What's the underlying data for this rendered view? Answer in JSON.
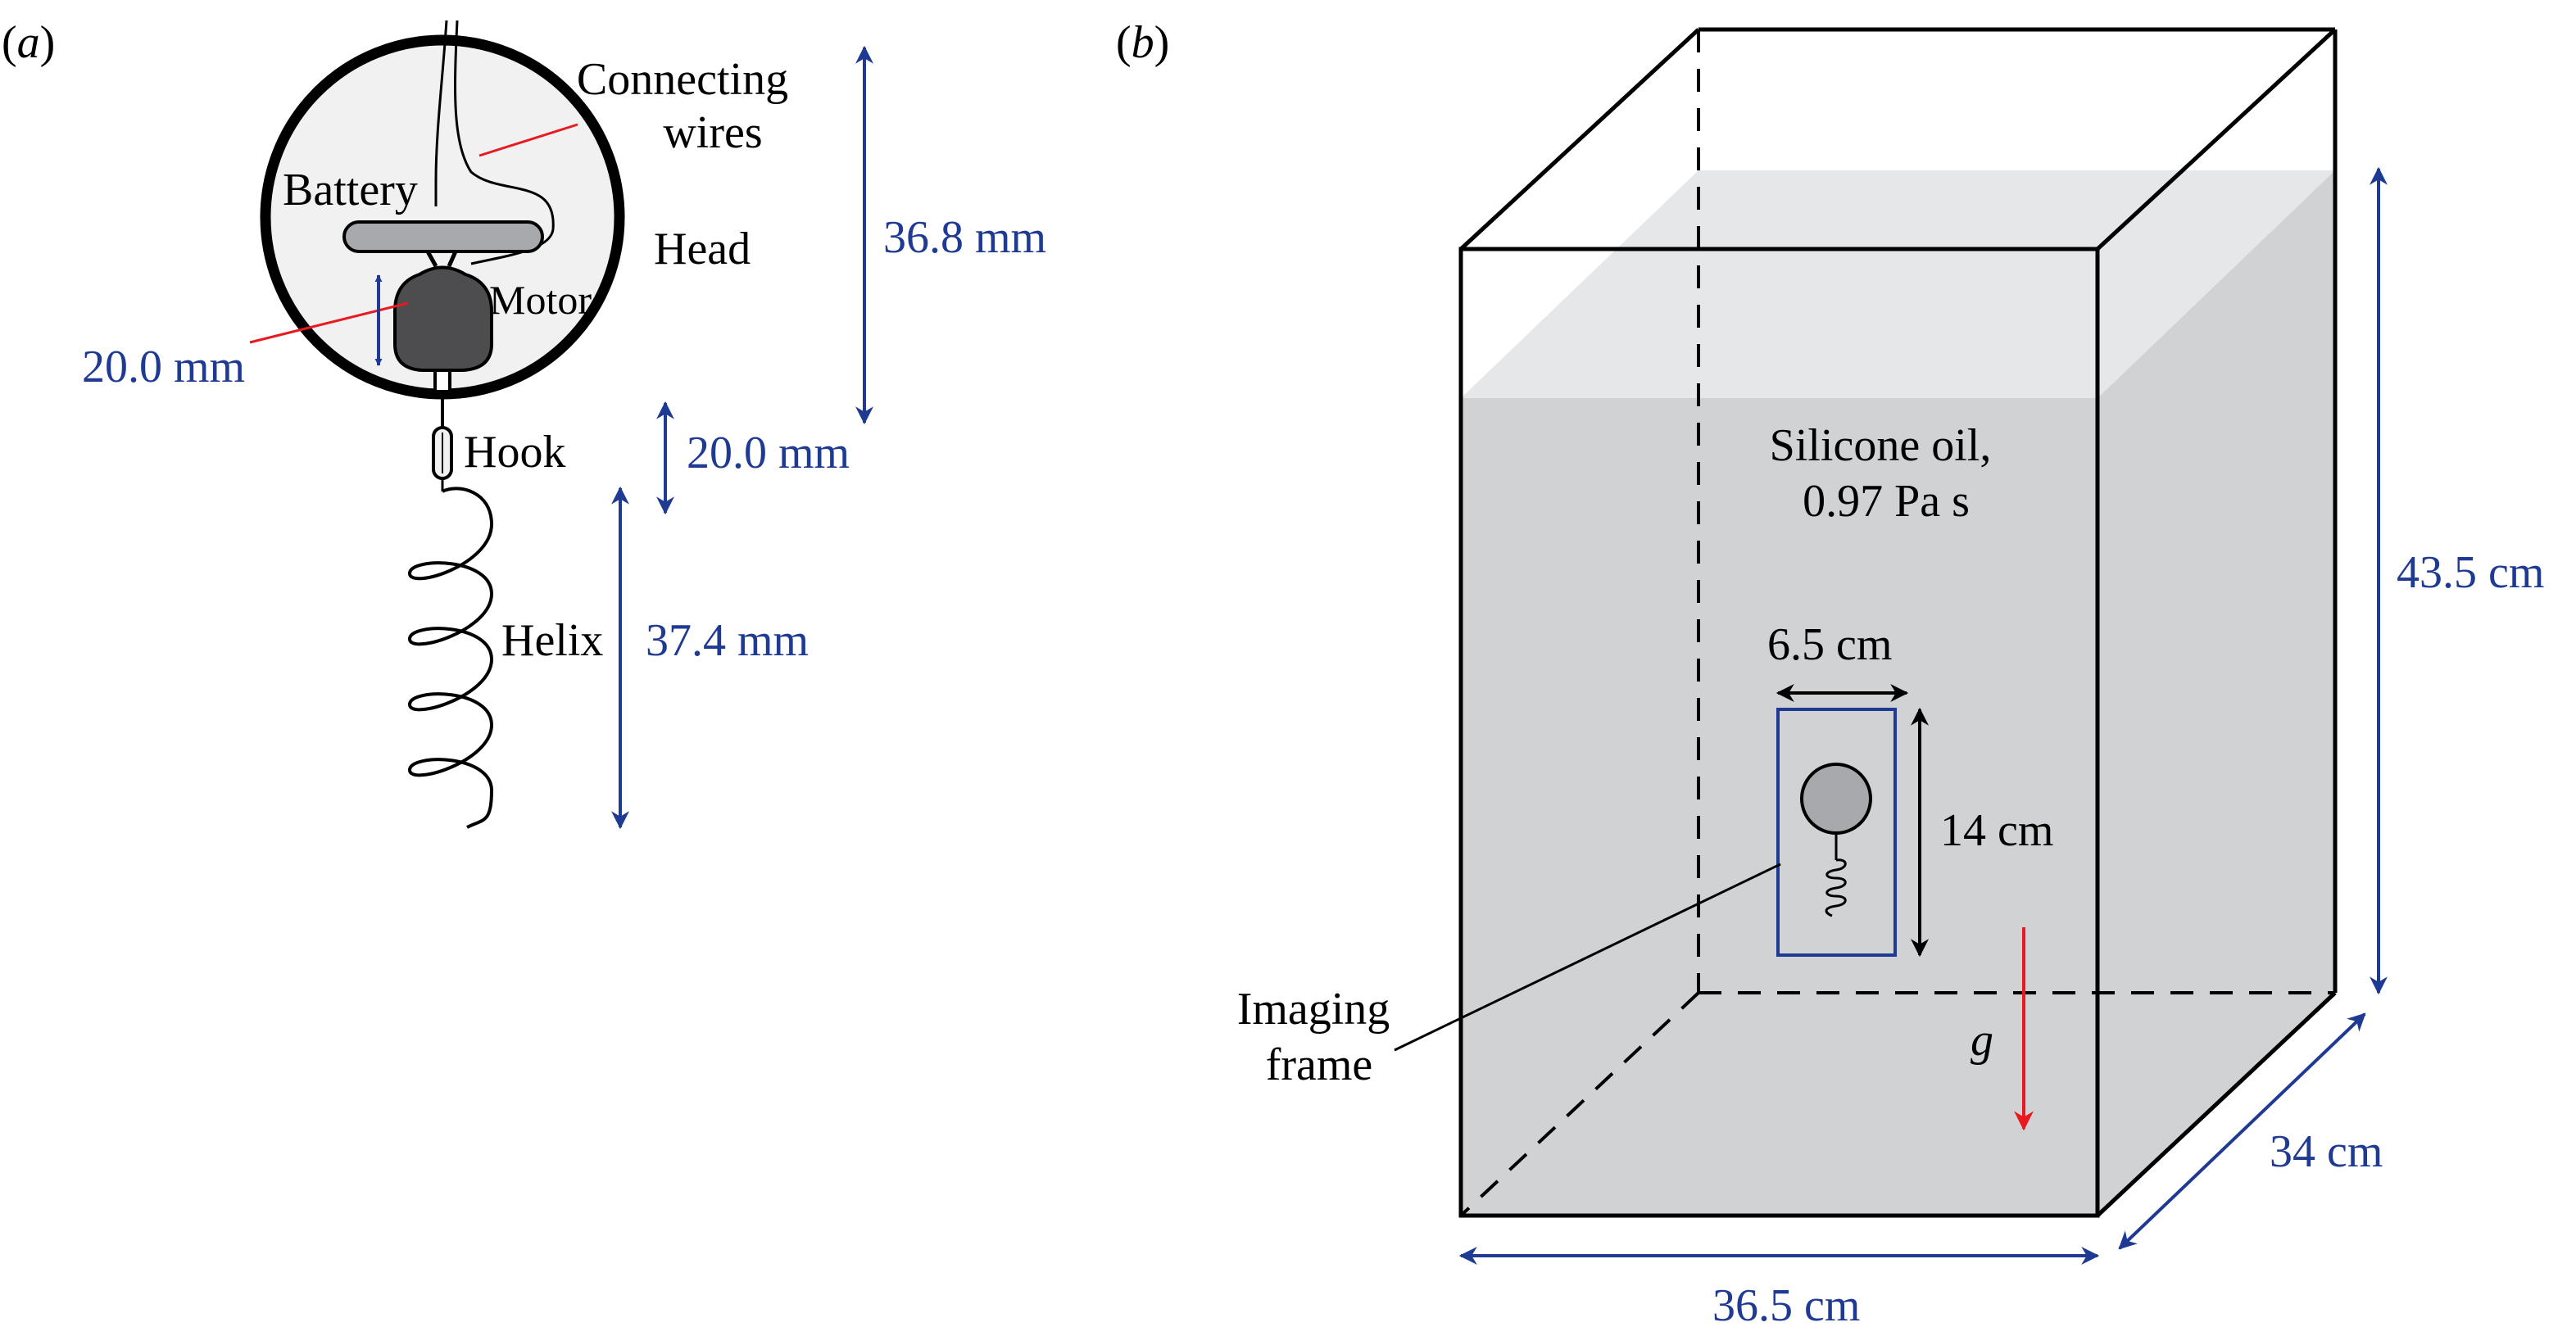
{
  "panel_a": {
    "label_open": "(",
    "label_letter": "a",
    "label_close": ")",
    "connecting_wires": [
      "Connecting",
      "wires"
    ],
    "battery": "Battery",
    "head": "Head",
    "motor": "Motor",
    "hook": "Hook",
    "helix": "Helix",
    "dim_head": "36.8 mm",
    "dim_motor": "20.0 mm",
    "dim_hook": "20.0 mm",
    "dim_helix": "37.4 mm"
  },
  "panel_b": {
    "label_open": "(",
    "label_letter": "b",
    "label_close": ")",
    "fluid": [
      "Silicone oil,",
      "0.97 Pa s"
    ],
    "frame_width": "6.5 cm",
    "frame_height": "14 cm",
    "imaging_frame": [
      "Imaging",
      "frame"
    ],
    "gravity": "g",
    "tank_height": "43.5 cm",
    "tank_depth": "34 cm",
    "tank_width": "36.5 cm"
  },
  "colors": {
    "dimension": "#1f3a93",
    "leader_red": "#e8191f",
    "fluid_front": "#d1d2d4",
    "fluid_top": "#e6e7e8",
    "motor_dark": "#4d4d4f",
    "battery_grey": "#a7a9ac",
    "head_fill": "#f1f1f2"
  }
}
